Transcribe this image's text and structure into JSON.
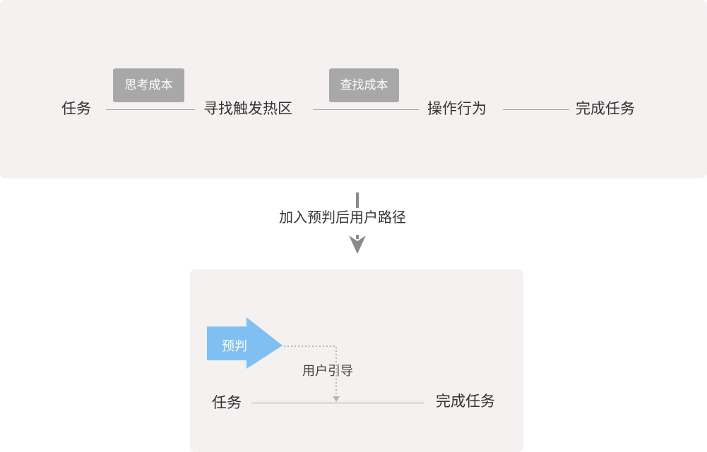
{
  "top_flow": {
    "nodes": [
      "任务",
      "寻找触发热区",
      "操作行为",
      "完成任务"
    ],
    "costs": [
      "思考成本",
      "查找成本"
    ]
  },
  "transition": {
    "label": "加入预判后用户路径"
  },
  "bottom_flow": {
    "arrow_label": "预判",
    "guide_label": "用户引导",
    "start": "任务",
    "end": "完成任务"
  },
  "colors": {
    "panel_bg": "#f4f1f0",
    "tag_bg": "#a8a8a8",
    "line": "#a8a8a8",
    "arrow_blue": "#7fbff2",
    "down_arrow": "#8a8a8a"
  }
}
